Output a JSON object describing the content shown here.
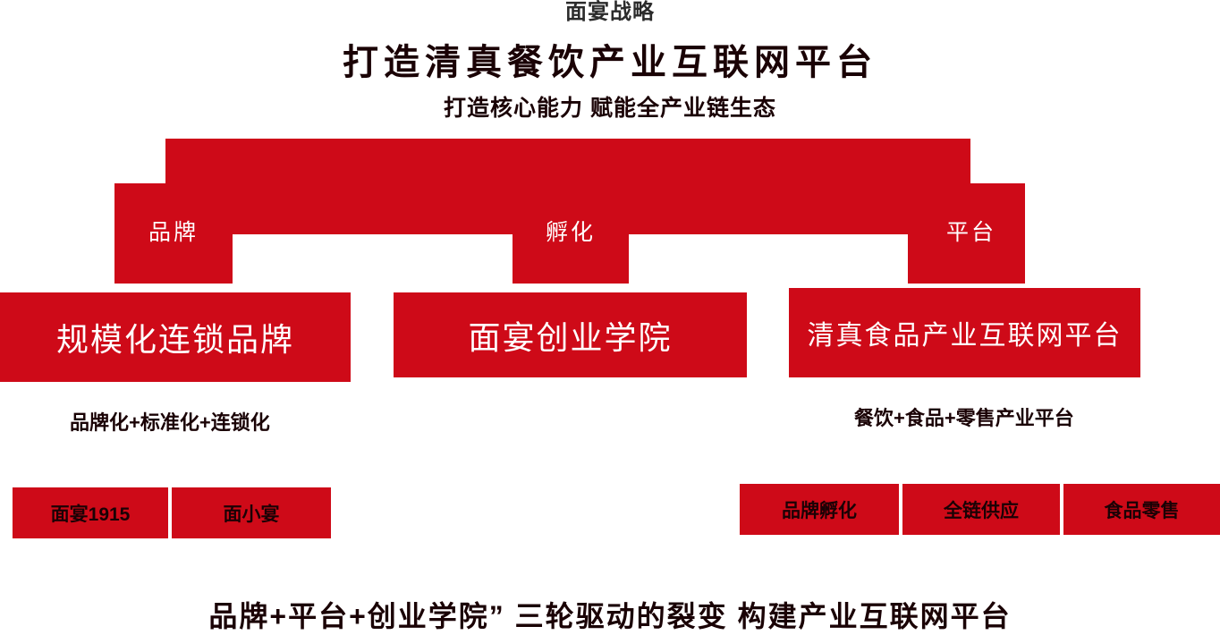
{
  "theme": {
    "accent_red": "#CE0A18",
    "dark_text": "#1A0205",
    "title_gray": "#2B2B2B",
    "background": "#FFFFFF"
  },
  "header": {
    "doc_title": "面宴战略",
    "main_title": "打造清真餐饮产业互联网平台",
    "subtitle": "打造核心能力 赋能全产业链生态"
  },
  "pyramid": {
    "pillars": [
      {
        "label": "品牌"
      },
      {
        "label": "孵化"
      },
      {
        "label": "平台"
      }
    ]
  },
  "main_boxes": [
    {
      "label": "规模化连锁品牌"
    },
    {
      "label": "面宴创业学院"
    },
    {
      "label": "清真食品产业互联网平台"
    }
  ],
  "captions": {
    "brand": "品牌化+标准化+连锁化",
    "platform": "餐饮+食品+零售产业平台"
  },
  "tags": {
    "left": [
      {
        "label": "面宴1915"
      },
      {
        "label": "面小宴"
      }
    ],
    "right": [
      {
        "label": "品牌孵化"
      },
      {
        "label": "全链供应"
      },
      {
        "label": "食品零售"
      }
    ]
  },
  "footer": {
    "text": "品牌+平台+创业学院” 三轮驱动的裂变 构建产业互联网平台"
  }
}
